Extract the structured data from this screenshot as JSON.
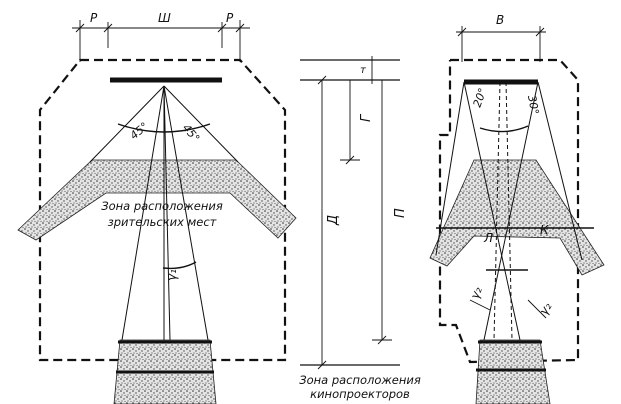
{
  "title": "",
  "plan_view": {
    "dim_left": "Р",
    "dim_center": "Ш",
    "dim_right": "Р",
    "angle_left": "45°",
    "angle_right": "45°",
    "gamma_label": "γ₁",
    "zone_label_line1": "Зона расположения",
    "zone_label_line2": "зрительских мест"
  },
  "section_view": {
    "dim_t": "т",
    "dim_g": "Г",
    "dim_d": "Д",
    "dim_p": "П"
  },
  "right_view": {
    "dim_v": "В",
    "angle_left": "20°",
    "angle_right": "30°",
    "dim_l": "Л",
    "dim_k": "К",
    "gamma_left": "γ₂",
    "gamma_right": "γ₂"
  },
  "bottom_label_line1": "Зона расположения",
  "bottom_label_line2": "кинопроекторов",
  "colors": {
    "ink": "#111111",
    "fill": "#cfcfcf",
    "background": "#ffffff"
  }
}
